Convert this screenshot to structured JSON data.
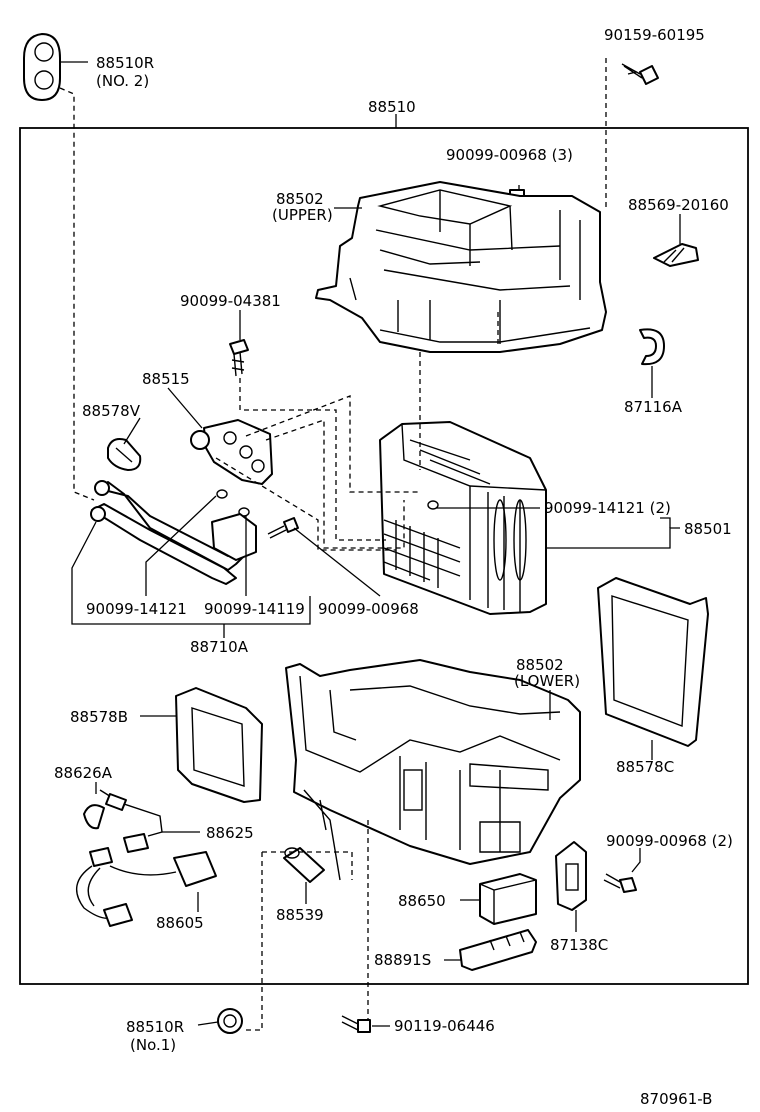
{
  "labels": {
    "p88510r_no2": "88510R",
    "p88510r_no2_sub": "(NO. 2)",
    "p90159": "90159-60195",
    "p88510": "88510",
    "p90099_00968_3": "90099-00968 (3)",
    "p88502_upper": "88502",
    "p88502_upper_sub": "(UPPER)",
    "p88569": "88569-20160",
    "p90099_04381": "90099-04381",
    "p88515": "88515",
    "p87116a": "87116A",
    "p88578v": "88578V",
    "p90099_14121_2": "90099-14121 (2)",
    "p88501": "88501",
    "p90099_14121": "90099-14121",
    "p90099_14119": "90099-14119",
    "p90099_00968": "90099-00968",
    "p88710a": "88710A",
    "p88502_lower": "88502",
    "p88502_lower_sub": "(LOWER)",
    "p88578b": "88578B",
    "p88578c": "88578C",
    "p88626a": "88626A",
    "p88625": "88625",
    "p90099_00968_2": "90099-00968 (2)",
    "p88605": "88605",
    "p88539": "88539",
    "p88650": "88650",
    "p87138c": "87138C",
    "p88891s": "88891S",
    "p88510r_no1": "88510R",
    "p88510r_no1_sub": "(No.1)",
    "p90119": "90119-06446",
    "drawing_no": "870961-B"
  }
}
